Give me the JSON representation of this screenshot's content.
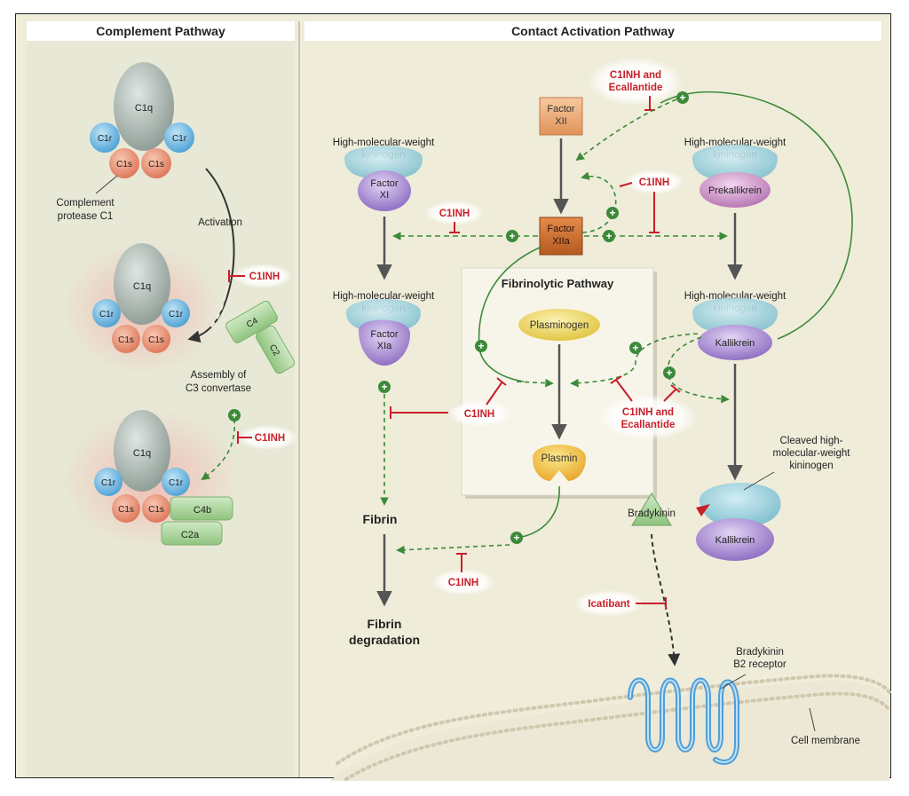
{
  "panels": {
    "complement": "Complement Pathway",
    "contact": "Contact Activation Pathway",
    "fibrinolytic": "Fibrinolytic Pathway"
  },
  "complement": {
    "c1q": "C1q",
    "c1r": "C1r",
    "c1s": "C1s",
    "protease_line1": "Complement",
    "protease_line2": "protease C1",
    "activation": "Activation",
    "assembly_line1": "Assembly of",
    "assembly_line2": "C3 convertase",
    "c4": "C4",
    "c2": "C2",
    "c4b": "C4b",
    "c2a": "C2a"
  },
  "contact": {
    "hmwk_line1": "High-molecular-weight",
    "hmwk_line2": "kininogen",
    "factor": "Factor",
    "xi": "XI",
    "xia": "XIa",
    "xii": "XII",
    "xiia": "XIIa",
    "prekallikrein": "Prekallikrein",
    "kallikrein": "Kallikrein",
    "cleaved_line1": "Cleaved high-",
    "cleaved_line2": "molecular-weight",
    "cleaved_line3": "kininogen",
    "fibrin": "Fibrin",
    "fibrin_deg_line1": "Fibrin",
    "fibrin_deg_line2": "degradation",
    "bradykinin": "Bradykinin",
    "receptor_line1": "Bradykinin",
    "receptor_line2": "B2 receptor",
    "cell_membrane": "Cell membrane"
  },
  "fibrinolytic": {
    "plasminogen": "Plasminogen",
    "plasmin": "Plasmin"
  },
  "inhibitors": {
    "c1inh": "C1INH",
    "and_line1": "C1INH and",
    "and_line2": "Ecallantide",
    "icatibant": "Icatibant"
  },
  "colors": {
    "inhibitor": "#c8202a",
    "activation": "#3c8a3a",
    "c1q": "#a8b3ad",
    "c1r": "#6ab4e0",
    "c1s": "#e8886a",
    "factor_xii": "#e8a06a",
    "hmwk": "#8cc7d6",
    "kallikrein": "#9a7cc8",
    "plasminogen": "#e9d55a"
  }
}
